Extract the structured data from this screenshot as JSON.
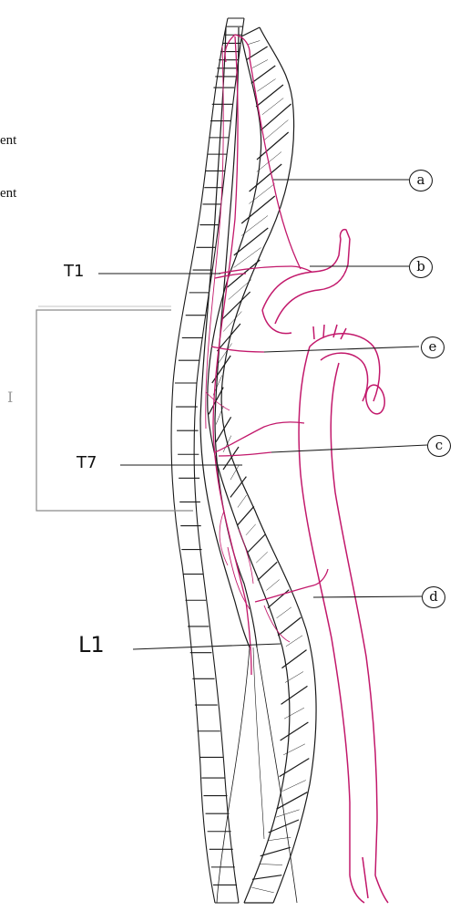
{
  "clipped_text": {
    "line1": "ent",
    "line2": "ent"
  },
  "levels": {
    "t1": "T1",
    "t7": "T7",
    "l1": "L1"
  },
  "region_label": "I",
  "callouts": {
    "a": "a",
    "b": "b",
    "e": "e",
    "c": "c",
    "d": "d"
  },
  "colors": {
    "ink": "#1a1a1a",
    "vessel": "#c2186b",
    "paper": "#ffffff",
    "bracket": "#8a8a8a"
  }
}
